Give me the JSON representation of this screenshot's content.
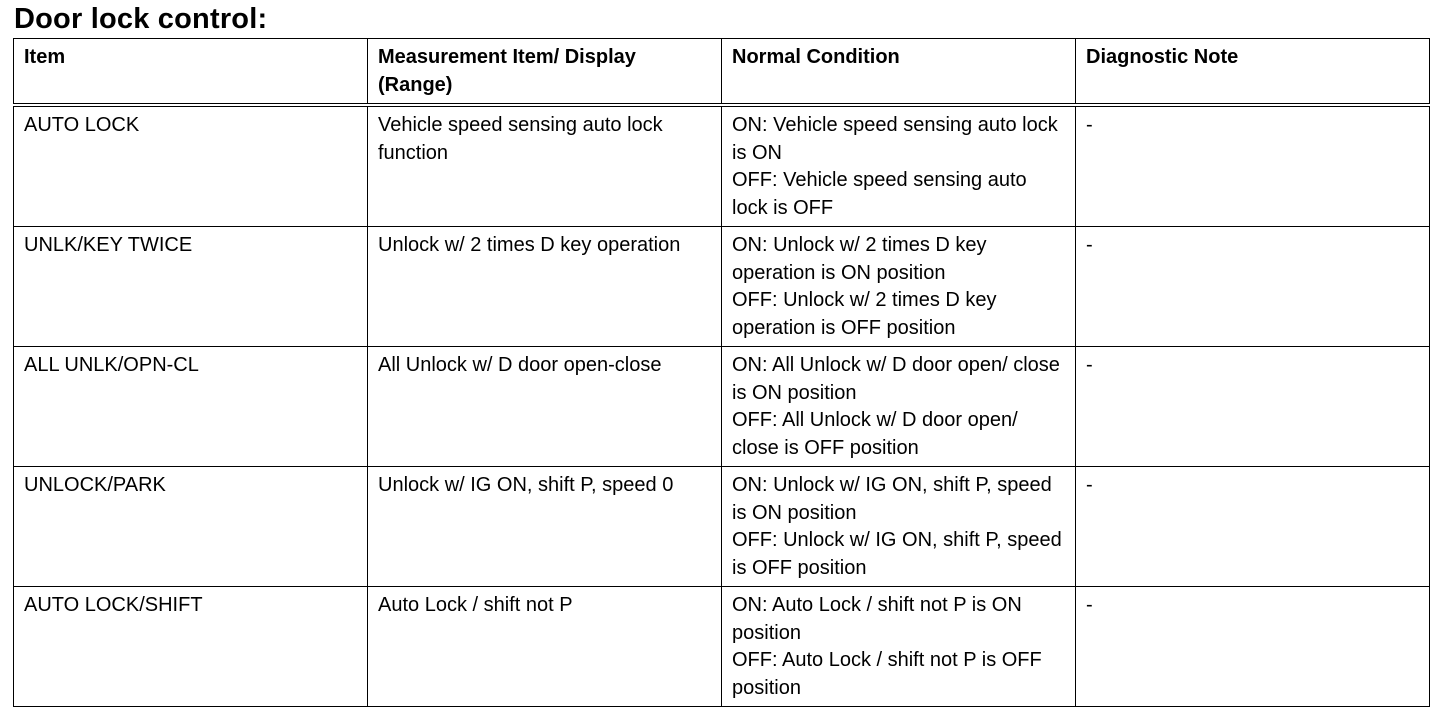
{
  "title": "Door lock control:",
  "table": {
    "headers": [
      "Item",
      "Measurement Item/ Display (Range)",
      "Normal Condition",
      "Diagnostic Note"
    ],
    "rows": [
      {
        "item": "AUTO LOCK",
        "measurement": "Vehicle speed sensing auto lock function",
        "normal_on": "ON: Vehicle speed sensing auto lock is ON",
        "normal_off": "OFF: Vehicle speed sensing auto lock is OFF",
        "note": "-"
      },
      {
        "item": "UNLK/KEY TWICE",
        "measurement": "Unlock w/ 2 times D key operation",
        "normal_on": "ON: Unlock w/ 2 times D key operation is ON position",
        "normal_off": "OFF: Unlock w/ 2 times D key operation is OFF position",
        "note": "-"
      },
      {
        "item": "ALL UNLK/OPN-CL",
        "measurement": "All Unlock w/ D door open-close",
        "normal_on": "ON: All Unlock w/ D door open/ close is ON position",
        "normal_off": "OFF: All Unlock w/ D door open/ close is OFF position",
        "note": "-"
      },
      {
        "item": "UNLOCK/PARK",
        "measurement": "Unlock w/ IG ON, shift P, speed 0",
        "normal_on": "ON: Unlock w/ IG ON, shift P, speed is ON position",
        "normal_off": "OFF: Unlock w/ IG ON, shift P, speed is OFF position",
        "note": "-"
      },
      {
        "item": "AUTO LOCK/SHIFT",
        "measurement": "Auto Lock / shift not P",
        "normal_on": "ON: Auto Lock / shift not P is ON position",
        "normal_off": "OFF: Auto Lock / shift not P is OFF position",
        "note": "-"
      }
    ]
  }
}
